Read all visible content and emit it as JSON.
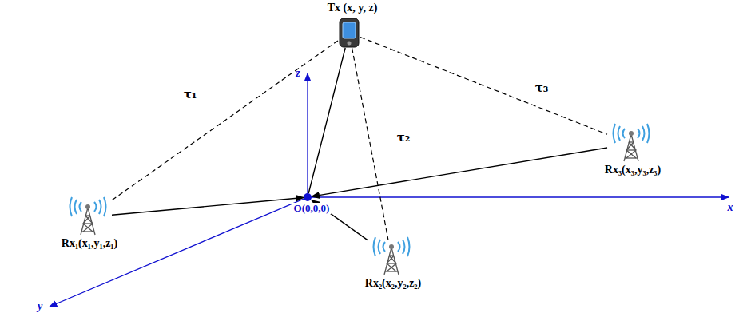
{
  "diagram": {
    "nodes": [
      {
        "text": [
          "Tx (x, y, z)"
        ]
      },
      {
        "text": [
          "O(0,0,0)"
        ]
      },
      {
        "text": [
          "Rx₁(x₁,y₁,z₁)"
        ]
      },
      {
        "text": [
          "Rx₂(x₂,y₂,z₂)"
        ]
      },
      {
        "text": [
          "Rx₃(x₃,y₃,z₃)"
        ]
      }
    ],
    "edges": [
      {
        "from": 0,
        "to": 2,
        "arrow": "none",
        "label": "τ₁"
      },
      {
        "from": 0,
        "to": 3,
        "arrow": "none",
        "label": "τ₂"
      },
      {
        "from": 0,
        "to": 4,
        "arrow": "none",
        "label": "τ₃"
      },
      {
        "from": 0,
        "to": 1,
        "arrow": "none"
      },
      {
        "from": 2,
        "to": 1,
        "arrow": "to"
      },
      {
        "from": 3,
        "to": 1,
        "arrow": "to"
      },
      {
        "from": 4,
        "to": 1,
        "arrow": "to"
      }
    ],
    "labels": [
      "z",
      "x",
      "y"
    ]
  }
}
